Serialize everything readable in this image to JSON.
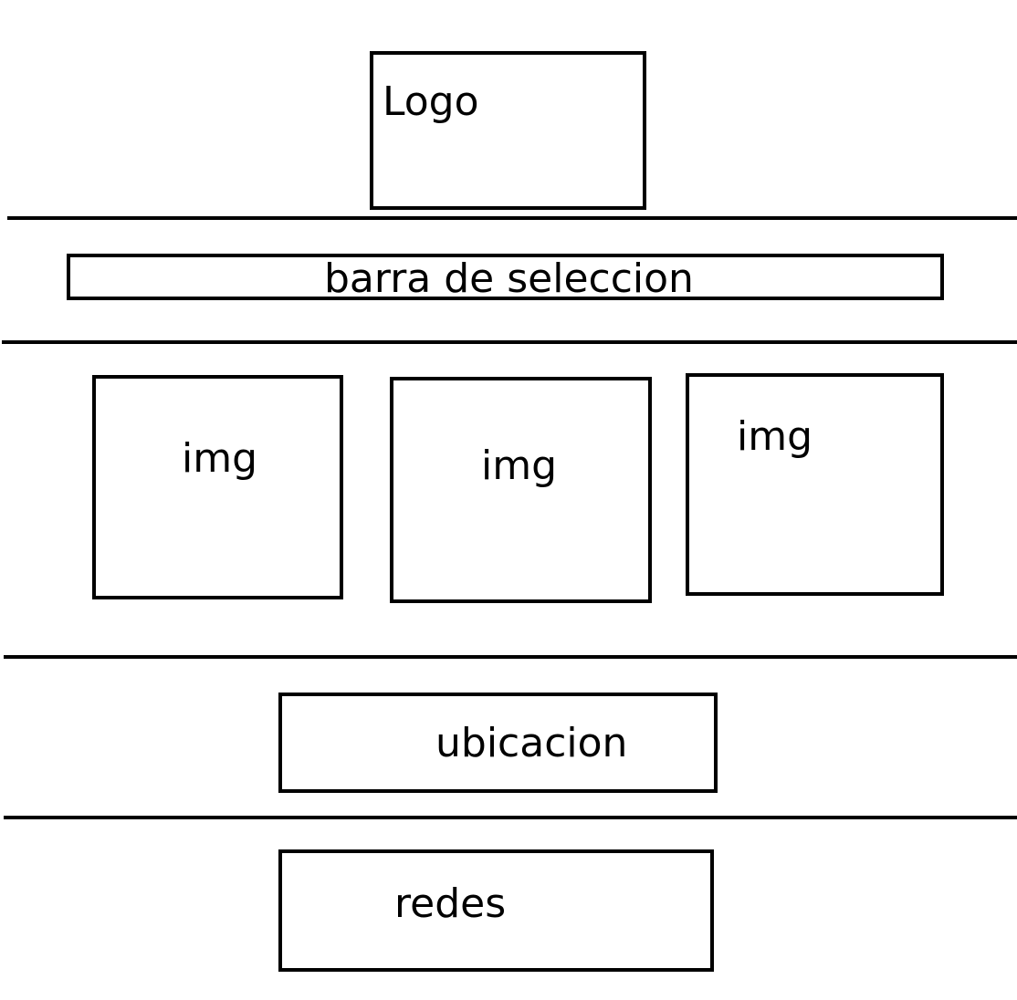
{
  "header": {
    "logo_label": "Logo"
  },
  "nav": {
    "selection_bar_label": "barra de seleccion"
  },
  "gallery": {
    "items": [
      {
        "label": "img"
      },
      {
        "label": "img"
      },
      {
        "label": "img"
      }
    ]
  },
  "location": {
    "label": "ubicacion"
  },
  "social": {
    "label": "redes"
  },
  "style": {
    "stroke_color": "#000000",
    "background_color": "#ffffff"
  }
}
